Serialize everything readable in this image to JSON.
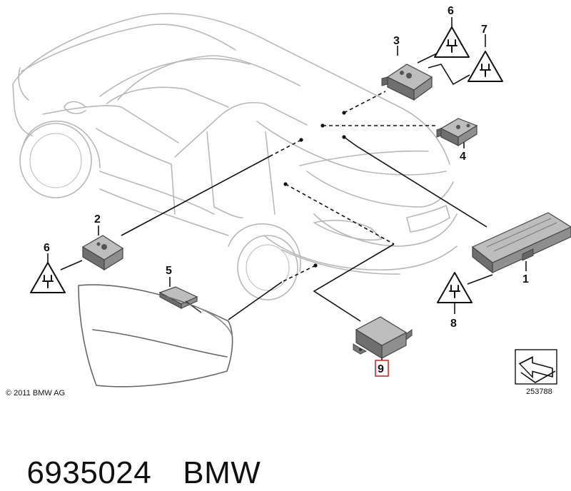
{
  "callouts": {
    "c1": "1",
    "c2": "2",
    "c3": "3",
    "c4": "4",
    "c5": "5",
    "c6a": "6",
    "c6b": "6",
    "c7": "7",
    "c8": "8",
    "c9": "9"
  },
  "footer": {
    "copyright": "© 2011 BMW AG",
    "diagram_number": "253788"
  },
  "caption": {
    "part_number": "6935024",
    "brand": "BMW"
  },
  "colors": {
    "highlight": "#d62828",
    "car_outline": "#b8b8b8"
  },
  "icons": [
    "warning-antenna-icon",
    "direction-arrow-icon"
  ]
}
